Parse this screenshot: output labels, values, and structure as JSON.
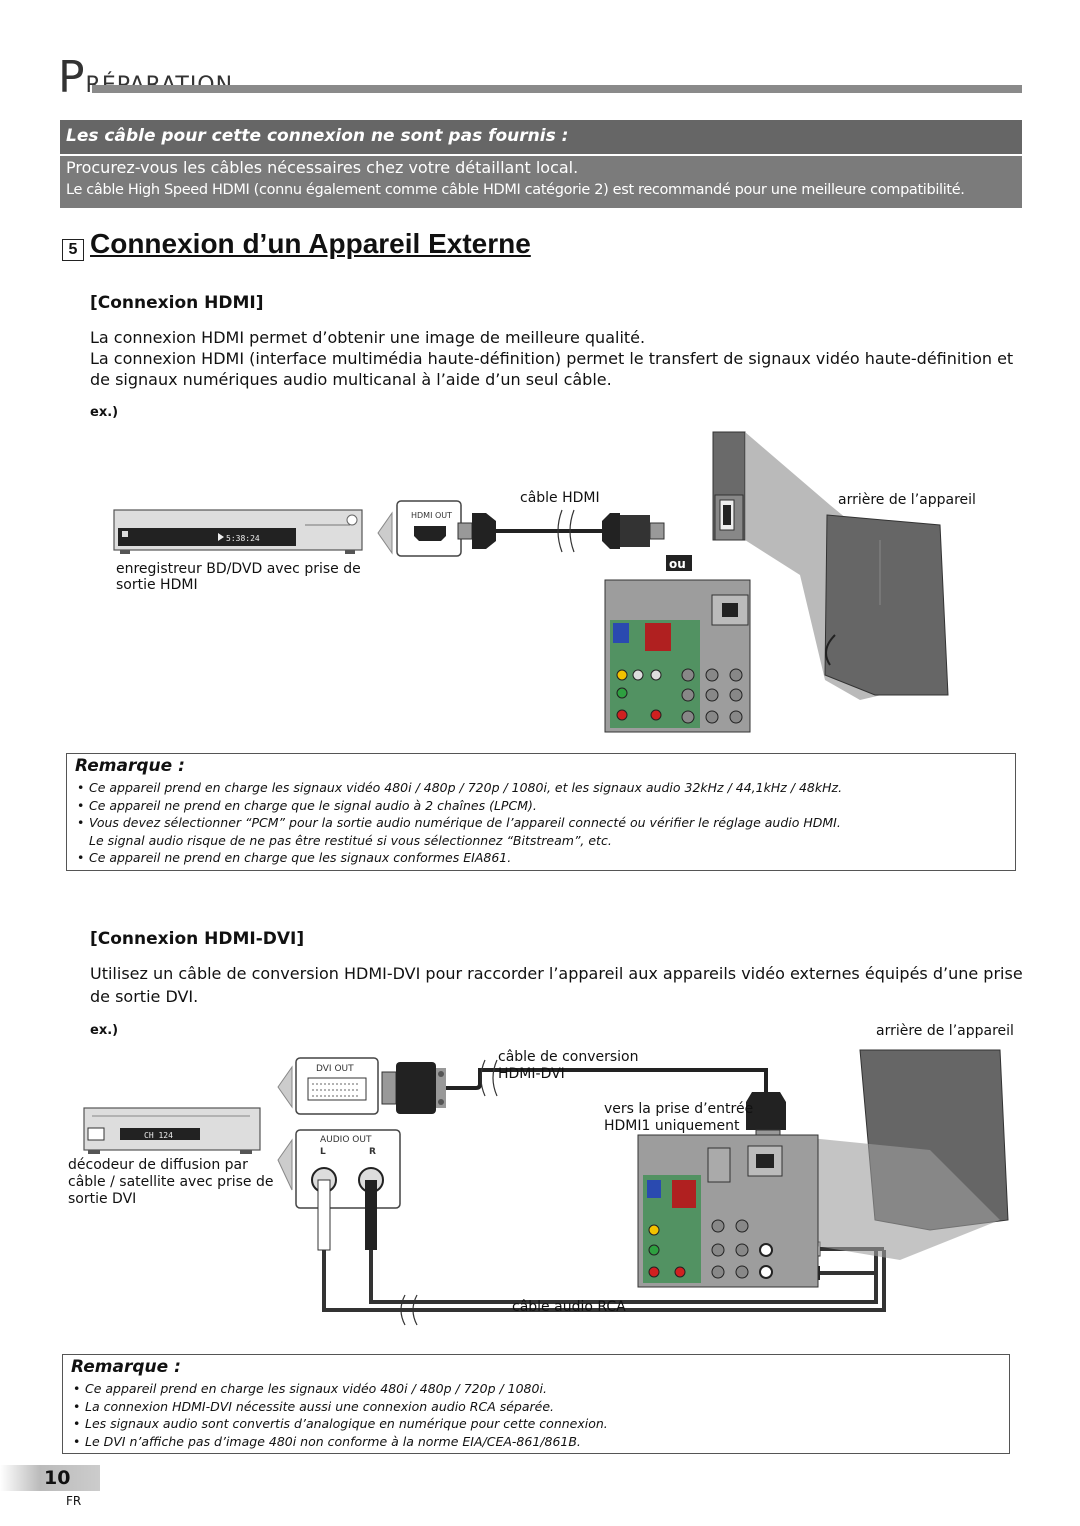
{
  "header": {
    "title_first": "P",
    "title_rest": "RÉPARATION"
  },
  "cable_notice": {
    "heading": "Les câble pour cette connexion ne sont pas fournis :",
    "line1": "Procurez-vous les câbles nécessaires chez votre détaillant local.",
    "line2": "Le câble High Speed HDMI (connu également comme câble HDMI catégorie 2) est recommandé pour une meilleure compatibilité."
  },
  "section": {
    "checkbox": "5",
    "title": "Connexion d’un Appareil Externe"
  },
  "hdmi": {
    "heading": "[Connexion HDMI]",
    "para1": "La connexion HDMI permet d’obtenir une image de meilleure qualité.",
    "para2": "La connexion HDMI (interface multimédia haute-définition) permet le transfert de signaux vidéo haute-définition et de signaux numériques audio multicanal à l’aide d’un seul câble.",
    "ex": "ex.)",
    "cable_label": "câble HDMI",
    "rear_label": "arrière de l’appareil",
    "port_label": "HDMI OUT",
    "ou": "ou",
    "device_label_1": "enregistreur BD/DVD avec prise de",
    "device_label_2": "sortie HDMI",
    "display": "5:38:24"
  },
  "note1": {
    "title": "Remarque :",
    "items": [
      "Ce appareil prend en charge les signaux vidéo 480i / 480p / 720p / 1080i, et les signaux audio 32kHz / 44,1kHz / 48kHz.",
      "Ce appareil ne prend en charge que le signal audio à 2 chaînes (LPCM).",
      "Vous devez sélectionner “PCM” pour la sortie audio numérique de l’appareil connecté ou vérifier le réglage audio HDMI.",
      "Ce appareil ne prend en charge que les signaux conformes EIA861."
    ],
    "item3_cont": "Le signal audio risque de ne pas être restitué si vous sélectionnez “Bitstream”, etc."
  },
  "dvi": {
    "heading": "[Connexion HDMI-DVI]",
    "para": "Utilisez un câble de conversion HDMI-DVI pour raccorder l’appareil aux appareils vidéo externes équipés d’une prise de sortie DVI.",
    "ex": "ex.)",
    "rear_label": "arrière de l’appareil",
    "dvi_out": "DVI OUT",
    "audio_out": "AUDIO OUT",
    "audio_l": "L",
    "audio_r": "R",
    "conv_label_1": "câble de conversion",
    "conv_label_2": "HDMI-DVI",
    "input_label_1": "vers la prise d’entrée",
    "input_label_2": "HDMI1 uniquement",
    "rca_label": "câble audio RCA",
    "device_label_1": "décodeur de diffusion par",
    "device_label_2": "câble / satellite avec prise de",
    "device_label_3": "sortie DVI",
    "display": "CH 124"
  },
  "note2": {
    "title": "Remarque :",
    "items": [
      "Ce appareil prend en charge les signaux vidéo 480i / 480p / 720p / 1080i.",
      "La connexion HDMI-DVI nécessite aussi une connexion audio RCA séparée.",
      "Les signaux audio sont convertis d’analogique en numérique pour cette connexion.",
      "Le DVI n’affiche pas d’image 480i non conforme à la norme EIA/CEA-861/861B."
    ]
  },
  "footer": {
    "page": "10",
    "lang": "FR"
  }
}
